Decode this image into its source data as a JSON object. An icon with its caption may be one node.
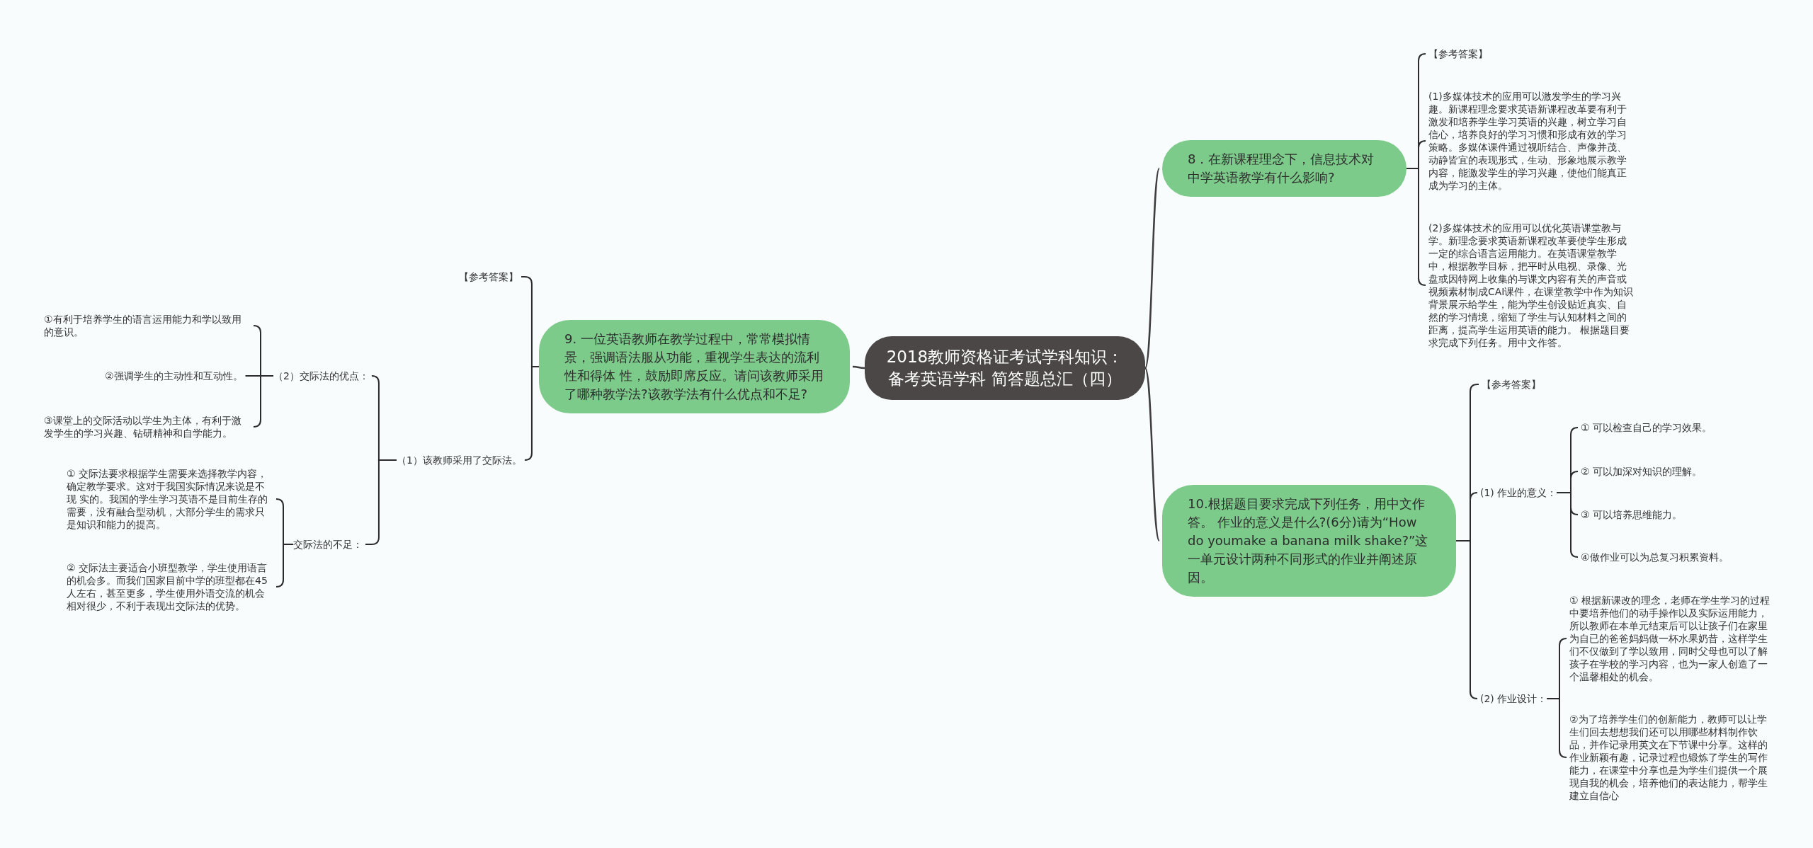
{
  "diagram": {
    "nodes": [
      {
        "text": [
          "2018教师资格证考试学科知识：备考英语学科 简答题总汇（四）"
        ]
      },
      {
        "text": [
          "8．在新课程理念下，信息技术对中学英语教学有什么影响?"
        ]
      },
      {
        "text": [
          "【参考答案】"
        ]
      },
      {
        "text": [
          "(1)多媒体技术的应用可以激发学生的学习兴趣。新课程理念要求英语新课程改革要有利于激发和培养学生学习英语的兴趣，树立学习自信心，培养良好的学习习惯和形成有效的学习策略。多媒体课件通过视听结合、声像并茂、动静皆宜的表现形式，生动、形象地展示教学内容，能激发学生的学习兴趣，使他们能真正成为学习的主体。"
        ]
      },
      {
        "text": [
          "(2)多媒体技术的应用可以优化英语课堂教与学。新理念要求英语新课程改革要使学生形成一定的综合语言运用能力。在英语课堂教学中，根据教学目标，把平时从电视、录像、光盘或因特网上收集的与课文内容有关的声音或视频素材制成CAI课件，在课堂教学中作为知识背景展示给学生，能为学生创设贴近真实、自然的学习情境，缩短了学生与认知材料之间的距离，提高学生运用英语的能力。 根据题目要求完成下列任务。用中文作答。"
        ]
      },
      {
        "text": [
          "9. 一位英语教师在教学过程中，常常模拟情景，强调语法服从功能，重视学生表达的流利性和得体 性，鼓励即席反应。请问该教师采用了哪种教学法?该教学法有什么优点和不足?"
        ]
      },
      {
        "text": [
          "【参考答案】"
        ]
      },
      {
        "text": [
          "（1）该教师采用了交际法。"
        ]
      },
      {
        "text": [
          "（2）交际法的优点："
        ]
      },
      {
        "text": [
          "①有利于培养学生的语言运用能力和学以致用的意识。"
        ]
      },
      {
        "text": [
          "②强调学生的主动性和互动性。"
        ]
      },
      {
        "text": [
          "③课堂上的交际活动以学生为主体，有利于激发学生的学习兴趣、钻研精神和自学能力。"
        ]
      },
      {
        "text": [
          "交际法的不足："
        ]
      },
      {
        "text": [
          "① 交际法要求根据学生需要来选择教学内容，确定教学要求。这对于我国实际情况来说是不现 实的。我国的学生学习英语不是目前生存的需要，没有融合型动机，大部分学生的需求只是知识和能力的提高。"
        ]
      },
      {
        "text": [
          "② 交际法主要适合小班型教学，学生使用语言的机会多。而我们国家目前中学的班型都在45 人左右，甚至更多，学生使用外语交流的机会相对很少，不利于表现出交际法的优势。"
        ]
      },
      {
        "text": [
          "10.根据题目要求完成下列任务，用中文作答。 作业的意义是什么?(6分)请为“How do youmake a banana milk shake?”这一单元设计两种不同形式的作业并阐述原因。"
        ]
      },
      {
        "text": [
          "【参考答案】"
        ]
      },
      {
        "text": [
          "(1) 作业的意义："
        ]
      },
      {
        "text": [
          "① 可以检查自己的学习效果。"
        ]
      },
      {
        "text": [
          "② 可以加深对知识的理解。"
        ]
      },
      {
        "text": [
          "③ 可以培养思维能力。"
        ]
      },
      {
        "text": [
          "④做作业可以为总复习积累资料。"
        ]
      },
      {
        "text": [
          "(2) 作业设计："
        ]
      },
      {
        "text": [
          "① 根据新课改的理念，老师在学生学习的过程中要培养他们的动手操作以及实际运用能力，所以教师在本单元结束后可以让孩子们在家里为自已的爸爸妈妈做一杯水果奶昔，这样学生们不仅做到了学以致用，同时父母也可以了解孩子在学校的学习内容，也为一家人创造了一个温馨相处的机会。"
        ]
      },
      {
        "text": [
          "②为了培养学生们的创新能力，教师可以让学生们回去想想我们还可以用哪些材料制作饮品，并作记录用英文在下节课中分享。这样的作业新颖有趣，记录过程也锻炼了学生的写作能力，在课堂中分享也是为学生们提供一个展现自我的机会，培养他们的表达能力，帮学生建立自信心"
        ]
      }
    ],
    "edges": [
      {
        "from": 0,
        "to": 1,
        "arrow": "none"
      },
      {
        "from": 0,
        "to": 5,
        "arrow": "none"
      },
      {
        "from": 0,
        "to": 15,
        "arrow": "none"
      },
      {
        "from": 1,
        "to": 2,
        "arrow": "none"
      },
      {
        "from": 1,
        "to": 3,
        "arrow": "none"
      },
      {
        "from": 1,
        "to": 4,
        "arrow": "none"
      },
      {
        "from": 5,
        "to": 6,
        "arrow": "none"
      },
      {
        "from": 5,
        "to": 7,
        "arrow": "none"
      },
      {
        "from": 7,
        "to": 8,
        "arrow": "none"
      },
      {
        "from": 7,
        "to": 12,
        "arrow": "none"
      },
      {
        "from": 8,
        "to": 9,
        "arrow": "none"
      },
      {
        "from": 8,
        "to": 10,
        "arrow": "none"
      },
      {
        "from": 8,
        "to": 11,
        "arrow": "none"
      },
      {
        "from": 12,
        "to": 13,
        "arrow": "none"
      },
      {
        "from": 12,
        "to": 14,
        "arrow": "none"
      },
      {
        "from": 15,
        "to": 16,
        "arrow": "none"
      },
      {
        "from": 15,
        "to": 17,
        "arrow": "none"
      },
      {
        "from": 15,
        "to": 22,
        "arrow": "none"
      },
      {
        "from": 17,
        "to": 18,
        "arrow": "none"
      },
      {
        "from": 17,
        "to": 19,
        "arrow": "none"
      },
      {
        "from": 17,
        "to": 20,
        "arrow": "none"
      },
      {
        "from": 17,
        "to": 21,
        "arrow": "none"
      },
      {
        "from": 22,
        "to": 23,
        "arrow": "none"
      },
      {
        "from": 22,
        "to": 24,
        "arrow": "none"
      }
    ]
  }
}
